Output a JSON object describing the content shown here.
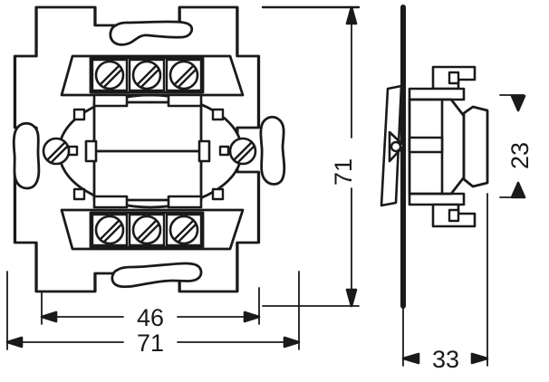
{
  "drawing": {
    "title": "Flush-mounted switch insert technical drawing",
    "background_color": "#ffffff",
    "line_color": "#1a1a1a",
    "views": [
      {
        "name": "front-view",
        "label": "Front view of switch insert with mounting frame"
      },
      {
        "name": "side-view",
        "label": "Side section view through wall"
      }
    ]
  },
  "dimensions": {
    "width_inner": "46",
    "width_outer": "71",
    "height_outer": "71",
    "depth_body": "23",
    "depth_total": "33"
  },
  "front_view": {
    "frame": "mounting-frame",
    "slots": [
      "top-slot",
      "bottom-slot",
      "left-slot",
      "right-slot"
    ],
    "terminal_blocks": [
      {
        "name": "top-terminal-block",
        "screw_count": 3
      },
      {
        "name": "bottom-terminal-block",
        "screw_count": 3
      }
    ],
    "claw_screws": [
      {
        "name": "left-claw-screw"
      },
      {
        "name": "right-claw-screw"
      }
    ],
    "oval_body": "oval-body-outline",
    "center_block": "center-rocker-block"
  },
  "side_view": {
    "wall_line": "wall-section-line",
    "claw": "mounting-claw",
    "body": "switch-body",
    "rocker": "rocker-nose",
    "supports": [
      "top-support-bracket",
      "bottom-support-bracket"
    ]
  }
}
